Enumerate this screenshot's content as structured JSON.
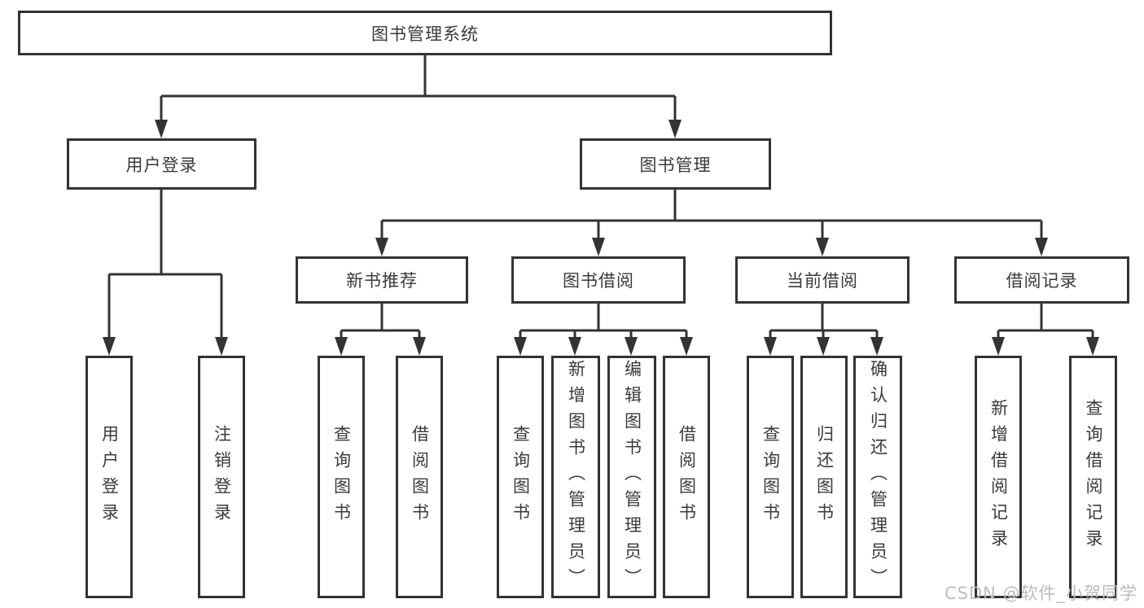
{
  "tree": {
    "label": "图书管理系统",
    "children": [
      {
        "label": "用户登录",
        "children": [
          {
            "label": "用户登录"
          },
          {
            "label": "注销登录"
          }
        ]
      },
      {
        "label": "图书管理",
        "children": [
          {
            "label": "新书推荐",
            "children": [
              {
                "label": "查询图书"
              },
              {
                "label": "借阅图书"
              }
            ]
          },
          {
            "label": "图书借阅",
            "children": [
              {
                "label": "查询图书"
              },
              {
                "label": "新增图书（管理员）"
              },
              {
                "label": "编辑图书（管理员）"
              },
              {
                "label": "借阅图书"
              }
            ]
          },
          {
            "label": "当前借阅",
            "children": [
              {
                "label": "查询图书"
              },
              {
                "label": "归还图书"
              },
              {
                "label": "确认归还（管理员）"
              }
            ]
          },
          {
            "label": "借阅记录",
            "children": [
              {
                "label": "新增借阅记录"
              },
              {
                "label": "查询借阅记录"
              }
            ]
          }
        ]
      }
    ]
  },
  "watermark": {
    "text": "CSDN @软件_小贺同学"
  },
  "colors": {
    "line": "#333333",
    "box_border": "#333333",
    "box_fill": "#ffffff",
    "text": "#3a3a3a",
    "watermark": "#b9bdc2",
    "background": "#ffffff"
  }
}
